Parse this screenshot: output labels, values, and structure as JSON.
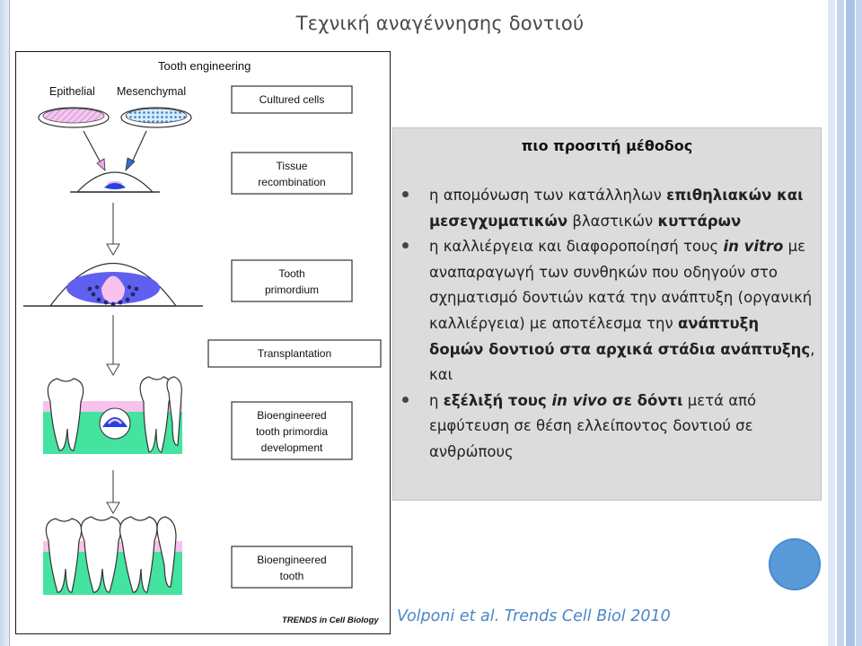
{
  "slide": {
    "title": "Τεχνική αναγέννησης δοντιού",
    "citation": "Volponi et al. Trends Cell Biol 2010"
  },
  "figure": {
    "title": "Tooth engineering",
    "label_epithelial": "Epithelial",
    "label_mesenchymal": "Mesenchymal",
    "steps": [
      {
        "line1": "Cultured cells",
        "line2": "",
        "line3": ""
      },
      {
        "line1": "Tissue",
        "line2": "recombination",
        "line3": ""
      },
      {
        "line1": "Tooth",
        "line2": "primordium",
        "line3": ""
      },
      {
        "line1": "Transplantation",
        "line2": "",
        "line3": ""
      },
      {
        "line1": "Bioengineered",
        "line2": "tooth primordia",
        "line3": "development"
      },
      {
        "line1": "Bioengineered",
        "line2": "tooth",
        "line3": ""
      }
    ],
    "credit": "TRENDS in Cell Biology",
    "colors": {
      "epithelial": "#e49be0",
      "mesenchymal": "#3e8fd4",
      "primordium": "#5a5aea",
      "gum": "#44e3a0",
      "pink": "#f7c2ee"
    }
  },
  "panel": {
    "heading": "πιο προσιτή μέθοδος",
    "bullets": [
      {
        "segments": [
          {
            "t": "η απομόνωση των κατάλληλων "
          },
          {
            "t": "επιθηλιακών και μεσεγχυματικών",
            "style": "b"
          },
          {
            "t": " βλαστικών "
          },
          {
            "t": "κυττάρων",
            "style": "b"
          }
        ]
      },
      {
        "segments": [
          {
            "t": "η καλλιέργεια και διαφοροποίησή τους "
          },
          {
            "t": "in vitro",
            "style": "bi"
          },
          {
            "t": " με αναπαραγωγή των συνθηκών που οδηγούν στο σχηματισμό δοντιών κατά την ανάπτυξη (οργανική καλλιέργεια) με αποτέλεσμα την "
          },
          {
            "t": "ανάπτυξη δομών δοντιού στα αρχικά στάδια ανάπτυξης",
            "style": "b"
          },
          {
            "t": ", και"
          }
        ]
      },
      {
        "segments": [
          {
            "t": "η "
          },
          {
            "t": "εξέλιξή τους ",
            "style": "b"
          },
          {
            "t": "in vivo",
            "style": "bi"
          },
          {
            "t": " σε δόντι",
            "style": "b"
          },
          {
            "t": " μετά από εμφύτευση σε θέση ελλείποντος δοντιού σε ανθρώπους"
          }
        ]
      }
    ]
  },
  "theme": {
    "accent": "#5a9ad9",
    "panel_bg": "#dcdcdc",
    "citation_color": "#4b86c6"
  }
}
